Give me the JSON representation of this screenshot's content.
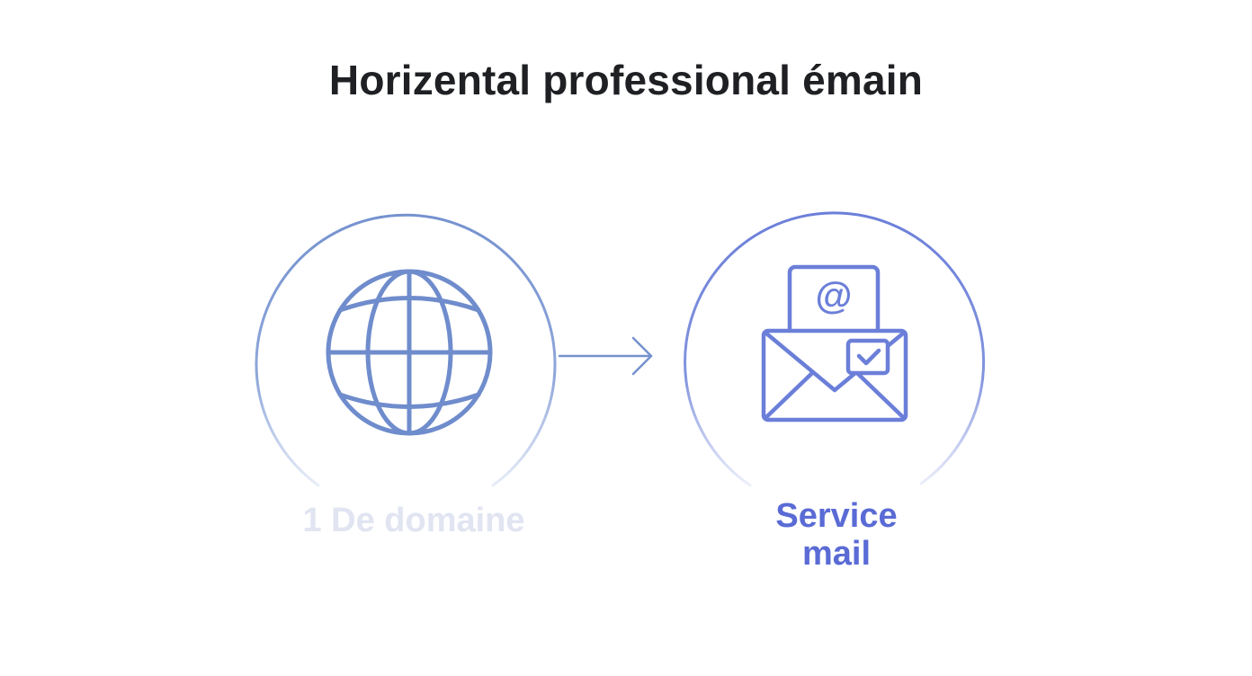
{
  "title": "Horizental professional émain",
  "nodes": [
    {
      "label": "1 De domaine",
      "icon": "globe-icon"
    },
    {
      "label": "Service\nmail",
      "icon": "email-envelope-icon"
    }
  ],
  "connector": {
    "icon": "arrow-right-icon"
  },
  "email_letter_symbol": "@",
  "colors": {
    "title": "#1f2023",
    "stroke_left": "#7592cf",
    "stroke_right": "#6b7fd9",
    "label_domain": "#e1e4f1",
    "label_service": "#5a6bd5"
  }
}
